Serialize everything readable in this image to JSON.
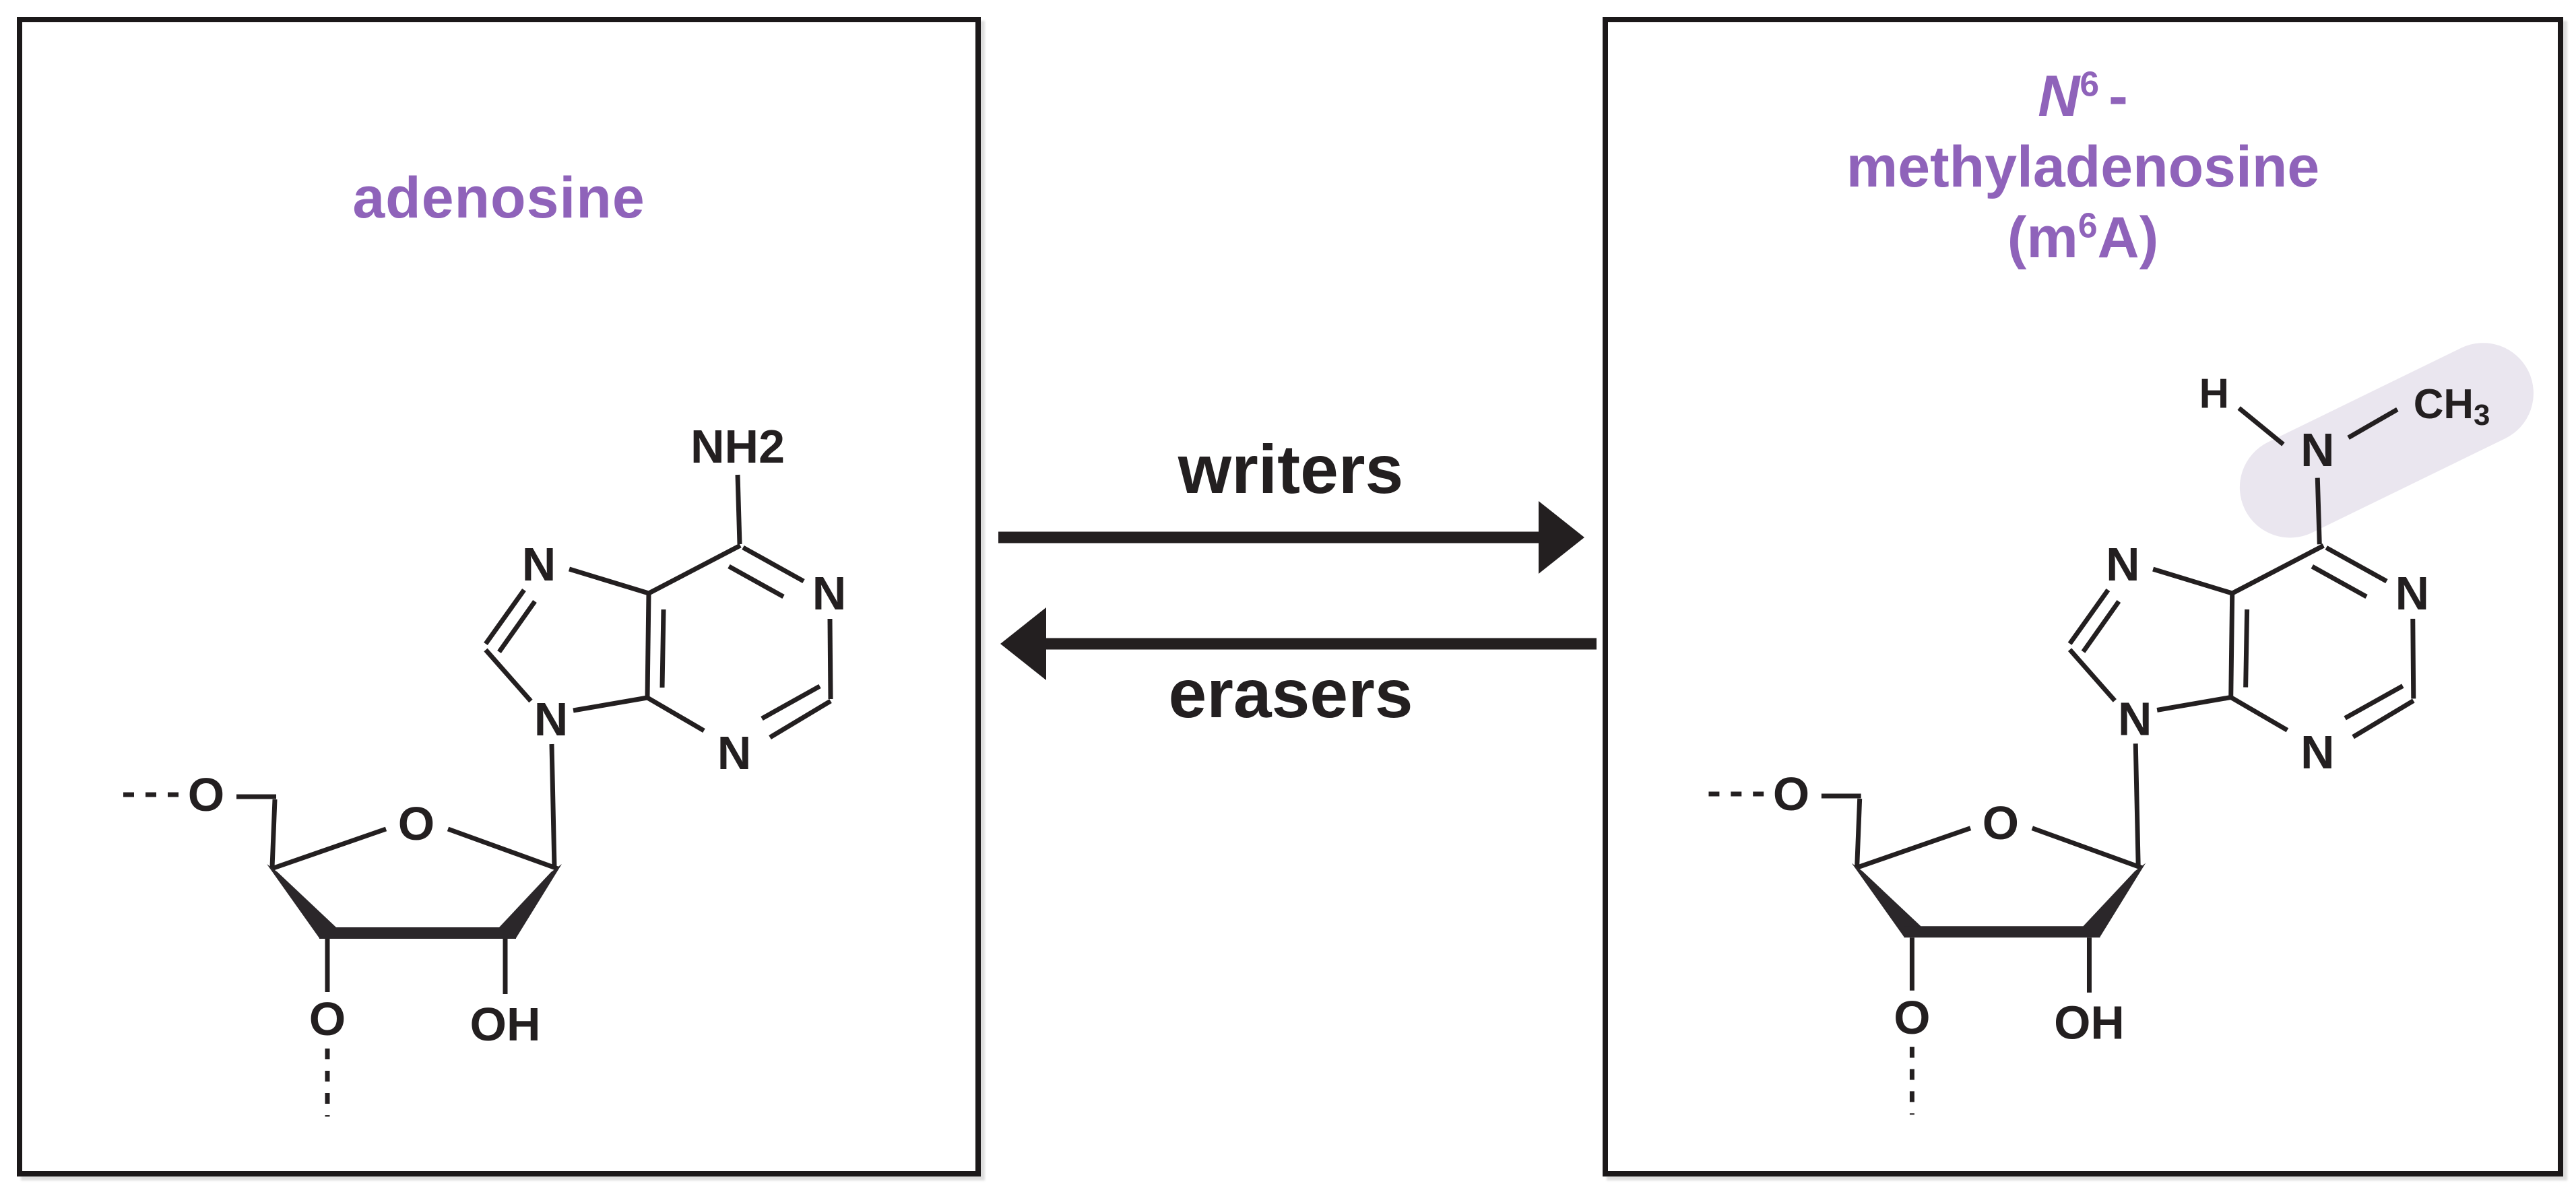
{
  "colors": {
    "ink": "#231f20",
    "title_purple": "#8f63ba",
    "methyl_highlight": "#eae6ef",
    "panel_border": "#1b1819",
    "background": "#ffffff"
  },
  "left_panel": {
    "title": "adenosine",
    "atoms": {
      "amine": "NH2",
      "n1": "N",
      "n3": "N",
      "n7": "N",
      "n9": "N",
      "ring_oxygen": "O",
      "o3_oxygen": "O",
      "hydroxyl": "OH",
      "o5_oxygen": "O"
    }
  },
  "right_panel": {
    "title": {
      "n_italic": "N",
      "superscript": "6",
      "hyphen": "-",
      "line2": "methyladenosine",
      "abbrev_open": "(m",
      "abbrev_sup": "6",
      "abbrev_close": "A)"
    },
    "atoms": {
      "amine_h": "H",
      "n6": "N",
      "methyl": "CH",
      "methyl_sub": "3",
      "n1": "N",
      "n3": "N",
      "n7": "N",
      "n9": "N",
      "ring_oxygen": "O",
      "o3_oxygen": "O",
      "hydroxyl": "OH",
      "o5_oxygen": "O"
    }
  },
  "center": {
    "forward_label": "writers",
    "reverse_label": "erasers"
  }
}
